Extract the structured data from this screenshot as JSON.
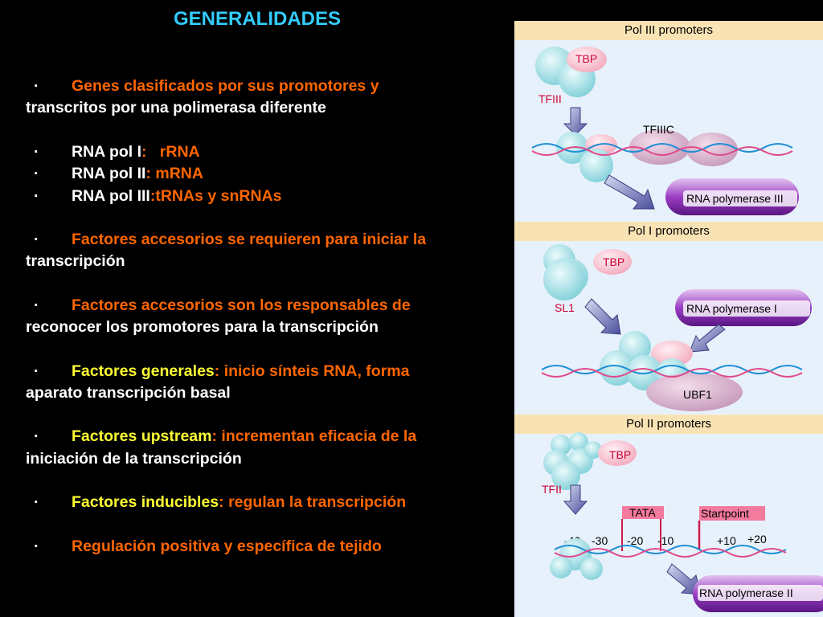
{
  "slide": {
    "title": "GENERALIDADES",
    "bullet": "·",
    "items": [
      {
        "segments": [
          "Genes clasificados por sus promotores y",
          "transcritos por una polimerasa diferente"
        ]
      },
      {
        "label": "RNA pol I",
        "sep": ":",
        "value": "rRNA"
      },
      {
        "label": "RNA pol II",
        "sep": ":",
        "value": "mRNA"
      },
      {
        "label": "RNA pol III",
        "sep": ":",
        "value": "tRNAs y snRNAs"
      },
      {
        "segments": [
          "Factores accesorios se requieren para iniciar la",
          "transcripción"
        ]
      },
      {
        "segments": [
          "Factores accesorios son los responsables de",
          "reconocer los promotores para la transcripción"
        ]
      },
      {
        "label": "Factores generales",
        "sep": ":",
        "value": "inicio sínteis RNA, forma",
        "cont": "aparato transcripción basal"
      },
      {
        "label": "Factores upstream",
        "sep": ":",
        "value": "incrementan eficacia de la",
        "cont": "iniciación de la transcripción"
      },
      {
        "label": "Factores inducibles",
        "sep": ":",
        "value": "regulan la transcripción"
      },
      {
        "segments": [
          "Regulación positiva y específica de tejido"
        ]
      }
    ]
  },
  "figure": {
    "pol3": {
      "header": "Pol III promoters",
      "tbp": "TBP",
      "tfiii": "TFIII",
      "tfiiic": "TFIIIC",
      "polymerase": "RNA polymerase III"
    },
    "pol1": {
      "header": "Pol I promoters",
      "tbp": "TBP",
      "sl1": "SL1",
      "polymerase": "RNA polymerase I",
      "ubf1": "UBF1"
    },
    "pol2": {
      "header": "Pol II promoters",
      "tbp": "TBP",
      "tfii": "TFII",
      "tata": "TATA",
      "startpoint": "Startpoint",
      "positions": [
        "-40",
        "-30",
        "-20",
        "-10",
        "+10",
        "+20"
      ],
      "polymerase": "RNA polymerase II"
    }
  },
  "colors": {
    "title": "#33ccff",
    "orange": "#ff6600",
    "yellow": "#ffff33",
    "header_bg": "#f9e3b4",
    "panel_bg": "#e7f1fb"
  }
}
